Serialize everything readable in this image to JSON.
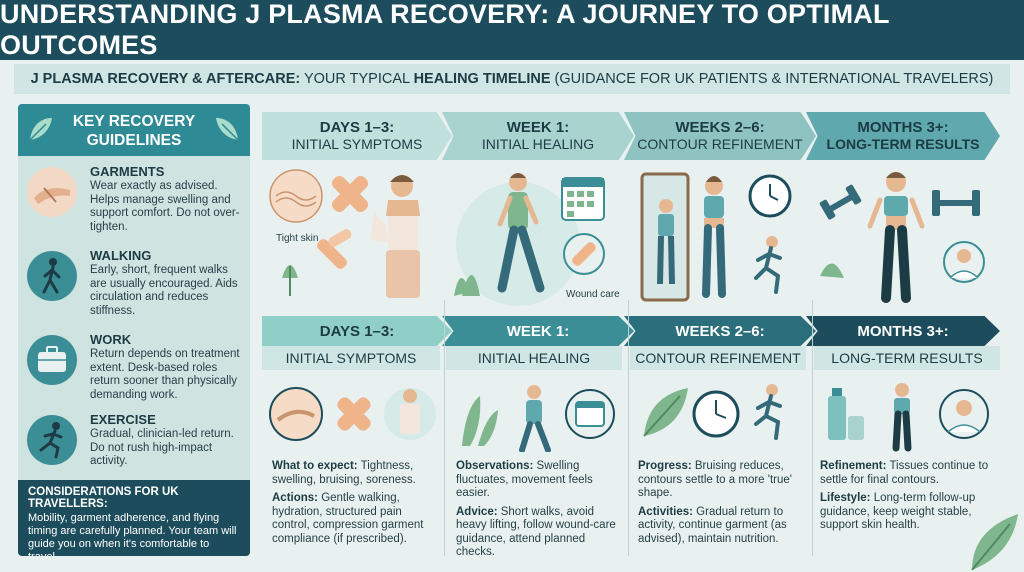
{
  "header": {
    "title": "UNDERSTANDING J PLASMA RECOVERY: A JOURNEY TO OPTIMAL OUTCOMES",
    "subtitle_a": "J PLASMA RECOVERY & AFTERCARE:",
    "subtitle_b": " YOUR TYPICAL ",
    "subtitle_c": "HEALING TIMELINE",
    "subtitle_d": " (GUIDANCE FOR UK PATIENTS & INTERNATIONAL TRAVELERS)"
  },
  "sidebar": {
    "heading_1": "KEY RECOVERY",
    "heading_2": "GUIDELINES",
    "items": [
      {
        "title": "GARMENTS",
        "body": "Wear exactly as advised. Helps manage swelling and support comfort. Do not over-tighten.",
        "icon": "hand-garment-icon"
      },
      {
        "title": "WALKING",
        "body": "Early, short, frequent walks are usually encouraged. Aids circulation and reduces stiffness.",
        "icon": "walking-person-icon"
      },
      {
        "title": "WORK",
        "body": "Return depends on treatment extent. Desk-based roles return sooner than physically demanding work.",
        "icon": "briefcase-icon"
      },
      {
        "title": "EXERCISE",
        "body": "Gradual, clinician-led return. Do not rush high-impact activity.",
        "icon": "running-person-icon"
      }
    ],
    "footer_title": "CONSIDERATIONS FOR UK TRAVELLERS:",
    "footer_body": "Mobility, garment adherence, and flying timing are carefully planned. Your team will guide you on when it's comfortable to travel."
  },
  "timeline_top": [
    {
      "a": "DAYS 1–3:",
      "b": "INITIAL SYMPTOMS",
      "color": "#bfe0dc"
    },
    {
      "a": "WEEK 1:",
      "b": "INITIAL HEALING",
      "color": "#a8d3cf"
    },
    {
      "a": "WEEKS 2–6:",
      "b": "CONTOUR REFINEMENT",
      "color": "#8fc3c2"
    },
    {
      "a": "MONTHS 3+:",
      "b": "LONG-TERM RESULTS",
      "color": "#5fa8ad"
    }
  ],
  "timeline_bottom": [
    {
      "a": "DAYS 1–3:",
      "b": "INITIAL SYMPTOMS",
      "color": "#8fcfc7"
    },
    {
      "a": "WEEK 1:",
      "b": "INITIAL HEALING",
      "color": "#3c8e96"
    },
    {
      "a": "WEEKS 2–6:",
      "b": "CONTOUR REFINEMENT",
      "color": "#2c6f7c"
    },
    {
      "a": "MONTHS 3+:",
      "b": "LONG-TERM RESULTS",
      "color": "#1d4d5c"
    }
  ],
  "labels": {
    "tight_skin": "Tight skin",
    "wound_care": "Wound care"
  },
  "stages": [
    {
      "p1_label": "What to expect:",
      "p1_text": " Tightness, swelling, bruising, soreness.",
      "p2_label": "Actions:",
      "p2_text": " Gentle walking, hydration, structured pain control, compression garment compliance (if prescribed)."
    },
    {
      "p1_label": "Observations:",
      "p1_text": " Swelling fluctuates, movement feels easier.",
      "p2_label": "Advice:",
      "p2_text": " Short walks, avoid heavy lifting, follow wound-care guidance, attend planned checks."
    },
    {
      "p1_label": "Progress:",
      "p1_text": " Bruising reduces, contours settle to a more 'true' shape.",
      "p2_label": "Activities:",
      "p2_text": " Gradual return to activity, continue garment (as advised), maintain nutrition."
    },
    {
      "p1_label": "Refinement:",
      "p1_text": " Tissues continue to settle for final contours.",
      "p2_label": "Lifestyle:",
      "p2_text": " Long-term follow-up guidance, keep weight stable, support skin health."
    }
  ],
  "colors": {
    "navy": "#1d4d5c",
    "teal": "#2e8a94",
    "pale": "#cfe6e4",
    "background": "#e8f1ef"
  }
}
